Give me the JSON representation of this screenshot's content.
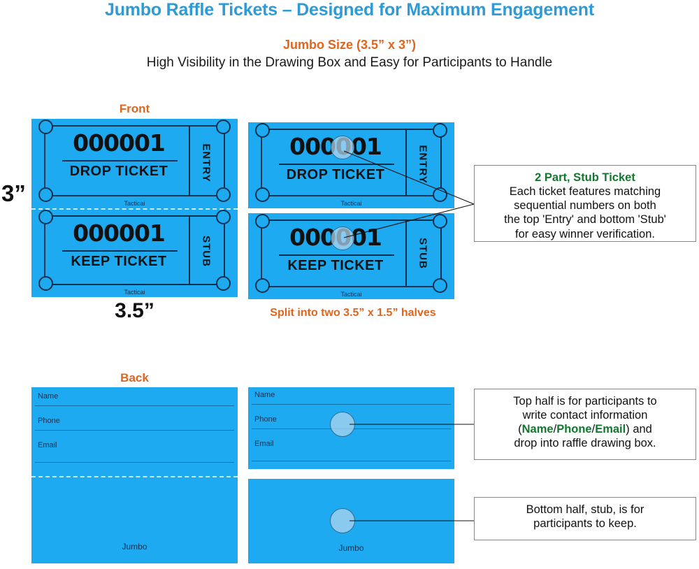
{
  "header": {
    "title": "Jumbo Raffle Tickets – Designed for Maximum Engagement",
    "size_subtitle": "Jumbo Size (3.5” x 3”)",
    "visibility_line": "High Visibility in the Drawing Box and Easy for Participants to Handle"
  },
  "labels": {
    "front": "Front",
    "back": "Back",
    "height_dimension": "3”",
    "width_dimension": "3.5”",
    "split_note": "Split into two 3.5” x 1.5” halves"
  },
  "ticket": {
    "number": "000001",
    "top_action": "DROP TICKET",
    "bottom_action": "KEEP TICKET",
    "top_tab": "ENTRY",
    "bottom_tab": "STUB",
    "brand_micro": "Tacticai"
  },
  "back": {
    "fields": [
      "Name",
      "Phone",
      "Email"
    ],
    "jumbo_mark": "Jumbo"
  },
  "callouts": {
    "stub_ticket": {
      "title": "2 Part, Stub Ticket",
      "line1": "Each ticket features matching",
      "line2": "sequential numbers on both",
      "line3": "the top 'Entry' and bottom 'Stub'",
      "line4": "for easy winner verification."
    },
    "top_half": {
      "line1": "Top half is for participants to",
      "line2": "write contact information",
      "field_name": "Name",
      "field_phone": "Phone",
      "field_email": "Email",
      "prefix": "(",
      "sep1": "/",
      "sep2": "/",
      "suffix": ") and",
      "line4": "drop into raffle drawing box."
    },
    "bottom_half": {
      "line1": "Bottom half, stub, is for",
      "line2": "participants to keep."
    }
  },
  "colors": {
    "title_blue": "#2e9bd6",
    "accent_orange": "#e0651f",
    "ticket_blue": "#1eaaf0",
    "ink_navy": "#10304f",
    "highlight_green": "#15772f"
  }
}
